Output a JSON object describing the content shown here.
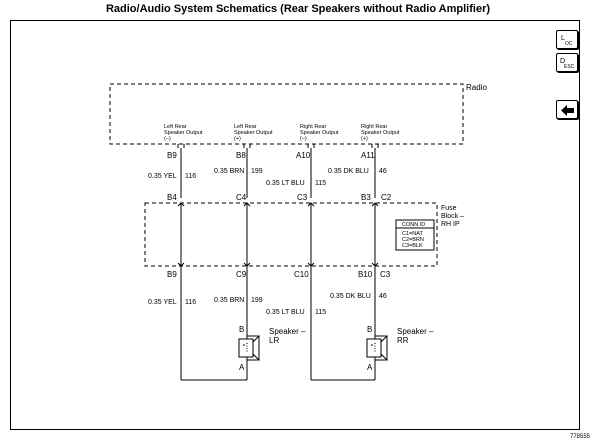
{
  "title": "Radio/Audio System Schematics (Rear Speakers without Radio Amplifier)",
  "side_buttons": [
    {
      "icon": "loc-icon",
      "label_top": "L",
      "label_bottom": "OC"
    },
    {
      "icon": "desc-icon",
      "label_top": "D",
      "label_bottom": "ESC"
    },
    {
      "icon": "back-arrow-icon"
    }
  ],
  "radio": {
    "label": "Radio",
    "outputs": [
      {
        "name_line1": "Left Rear",
        "name_line2": "Speaker Output",
        "polarity": "(–)",
        "pin": "B9",
        "wire_color": "0.35 YEL",
        "circuit": "116"
      },
      {
        "name_line1": "Left Rear",
        "name_line2": "Speaker Output",
        "polarity": "(+)",
        "pin": "B8",
        "wire_color": "0.35 BRN",
        "circuit": "199"
      },
      {
        "name_line1": "Right Rear",
        "name_line2": "Speaker Output",
        "polarity": "(–)",
        "pin": "A10",
        "wire_color": "0.35 LT BLU",
        "circuit": "115"
      },
      {
        "name_line1": "Right Rear",
        "name_line2": "Speaker Output",
        "polarity": "(+)",
        "pin": "A11",
        "wire_color": "0.35 DK BLU",
        "circuit": "46"
      }
    ]
  },
  "fuse_block": {
    "label_line1": "Fuse",
    "label_line2": "Block –",
    "label_line3": "RH IP",
    "top_pins": [
      "B4",
      "C4",
      "C3",
      "B3",
      "C2"
    ],
    "bottom_pins": [
      "B9",
      "C9",
      "C10",
      "B10",
      "C3"
    ],
    "conn_id": {
      "header": "CONN ID",
      "lines": [
        "C1=NAT",
        "C2=BRN",
        "C3=BLK"
      ]
    }
  },
  "lower_wires": [
    {
      "wire_color": "0.35 YEL",
      "circuit": "116"
    },
    {
      "wire_color": "0.35 BRN",
      "circuit": "199"
    },
    {
      "wire_color": "0.35 LT BLU",
      "circuit": "115"
    },
    {
      "wire_color": "0.35 DK BLU",
      "circuit": "46"
    }
  ],
  "speakers": [
    {
      "label_line1": "Speaker –",
      "label_line2": "LR",
      "pin_top": "B",
      "pin_bottom": "A"
    },
    {
      "label_line1": "Speaker –",
      "label_line2": "RR",
      "pin_top": "B",
      "pin_bottom": "A"
    }
  ],
  "figure_ref": "778555"
}
